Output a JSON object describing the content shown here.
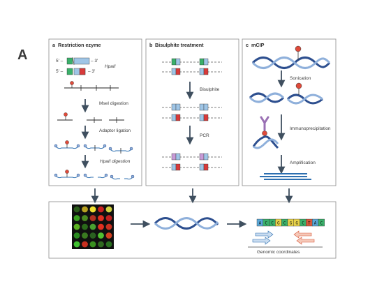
{
  "figure_label": "A",
  "panels": {
    "a": {
      "letter": "a",
      "title": "Restriction ezyme",
      "seq_top_5": "5′ –",
      "seq_top_3": "– 3′",
      "seq_bottom_5": "5′ –",
      "seq_bottom_3": "– 3′",
      "enzyme": "HpaII",
      "step1": "MseI digestion",
      "step2": "Adaptor ligation",
      "step3": "HpaII digestion"
    },
    "b": {
      "letter": "b",
      "title": "Bisulphite treatment",
      "step1": "Bisulphite",
      "step2": "PCR"
    },
    "c": {
      "letter": "c",
      "title": "mCIP",
      "step1": "Sonication",
      "step2": "Immunoprecipitation",
      "step3": "Amplification"
    }
  },
  "bottom": {
    "sequence_letters": [
      "A",
      "C",
      "C",
      "G",
      "C",
      "G",
      "G",
      "C",
      "T",
      "A",
      "C"
    ],
    "genomic_label": "Genomic coordinates"
  },
  "colors": {
    "methyl": "#e04a3a",
    "base_green": "#3ab06a",
    "base_red": "#d83a3a",
    "dna_dark": "#2d4f8f",
    "dna_light": "#8fb0db",
    "panel_border": "#8a8a8a",
    "arrow": "#3f4f5f",
    "antibody": "#9a70b4"
  },
  "microarray": {
    "rows": [
      [
        "#2a5a1a",
        "#b8a020",
        "#f0e030",
        "#c82020",
        "#d0d040"
      ],
      [
        "#3aa020",
        "#4a8a20",
        "#b03020",
        "#e03020",
        "#c02020"
      ],
      [
        "#5ab020",
        "#2a6a1a",
        "#4aa030",
        "#e03020",
        "#c83020"
      ],
      [
        "#2a8a20",
        "#3a7a20",
        "#2a6020",
        "#50c030",
        "#d04020"
      ],
      [
        "#40c030",
        "#c83020",
        "#3a9020",
        "#306a20",
        "#2a7020"
      ]
    ]
  }
}
